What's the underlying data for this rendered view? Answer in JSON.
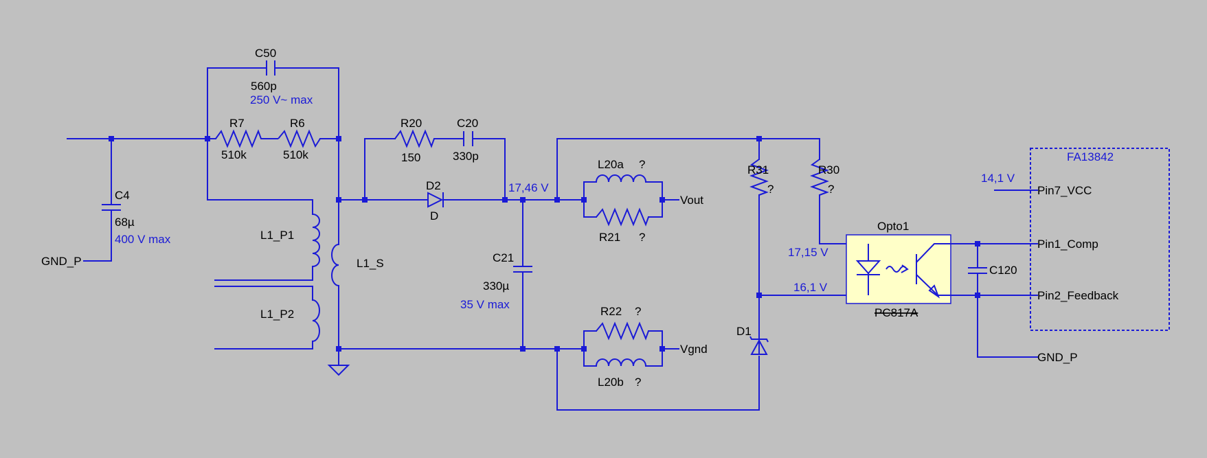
{
  "colors": {
    "background": "#c0c0c0",
    "wire": "#1a1ad6",
    "optocoupler_fill": "#ffffc8",
    "text": "#000000"
  },
  "components": {
    "c50": {
      "name": "C50",
      "value": "560p",
      "rating": "250 V~ max"
    },
    "r7": {
      "name": "R7",
      "value": "510k"
    },
    "r6": {
      "name": "R6",
      "value": "510k"
    },
    "c4": {
      "name": "C4",
      "value": "68µ",
      "rating": "400 V max"
    },
    "l1_p1": {
      "name": "L1_P1"
    },
    "l1_p2": {
      "name": "L1_P2"
    },
    "l1_s": {
      "name": "L1_S"
    },
    "r20": {
      "name": "R20",
      "value": "150"
    },
    "c20": {
      "name": "C20",
      "value": "330p"
    },
    "d2": {
      "name": "D2",
      "value": "D"
    },
    "c21": {
      "name": "C21",
      "value": "330µ",
      "rating": "35 V max"
    },
    "l20a": {
      "name": "L20a",
      "value": "?"
    },
    "r21": {
      "name": "R21",
      "value": "?"
    },
    "r22": {
      "name": "R22",
      "value": "?"
    },
    "l20b": {
      "name": "L20b",
      "value": "?"
    },
    "r31": {
      "name": "R31",
      "value": "?"
    },
    "r30": {
      "name": "R30",
      "value": "?"
    },
    "d1": {
      "name": "D1"
    },
    "opto": {
      "name": "Opto1",
      "part": "PC817A"
    },
    "c120": {
      "name": "C120"
    },
    "ic": {
      "name": "FA13842"
    }
  },
  "nets": {
    "gnd_p_left": "GND_P",
    "gnd_p_right": "GND_P",
    "vout": "Vout",
    "vgnd": "Vgnd",
    "pin7": "Pin7_VCC",
    "pin1": "Pin1_Comp",
    "pin2": "Pin2_Feedback"
  },
  "voltages": {
    "v_out": "17,46 V",
    "v_opto_anode": "17,15 V",
    "v_opto_cathode": "16,1 V",
    "v_vcc": "14,1 V"
  }
}
